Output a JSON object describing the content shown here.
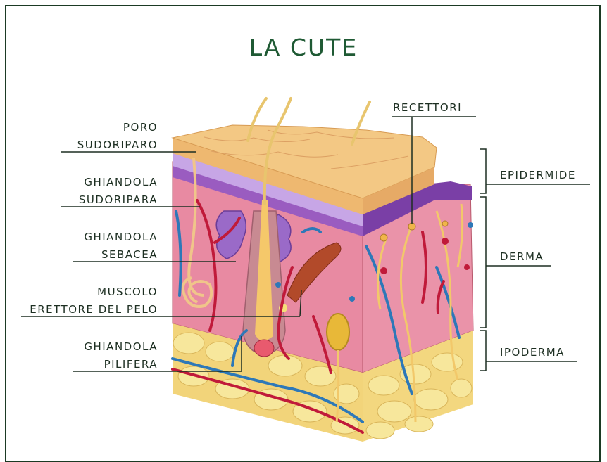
{
  "title": "LA CUTE",
  "left_labels": [
    {
      "lines": [
        "PORO",
        "SUDORIPARO"
      ]
    },
    {
      "lines": [
        "GHIANDOLA",
        "SUDORIPARA"
      ]
    },
    {
      "lines": [
        "GHIANDOLA",
        "SEBACEA"
      ]
    },
    {
      "lines": [
        "MUSCOLO",
        "ERETTORE DEL PELO"
      ]
    },
    {
      "lines": [
        "GHIANDOLA",
        "PILIFERA"
      ]
    }
  ],
  "right_labels": {
    "receptors": "RECETTORI",
    "epidermis": "EPIDERMIDE",
    "dermis": "DERMA",
    "hypodermis": "IPODERMA"
  },
  "colors": {
    "frame": "#1b3a24",
    "title": "#1f5a34",
    "epidermis_top": "#f2c377",
    "dermis": "#e98fa6",
    "hypodermis_fat": "#f6e08a",
    "artery": "#c01a3a",
    "vein": "#2d78b8",
    "nerve": "#f2c86a",
    "basal_layer": "#8a4fb0"
  }
}
